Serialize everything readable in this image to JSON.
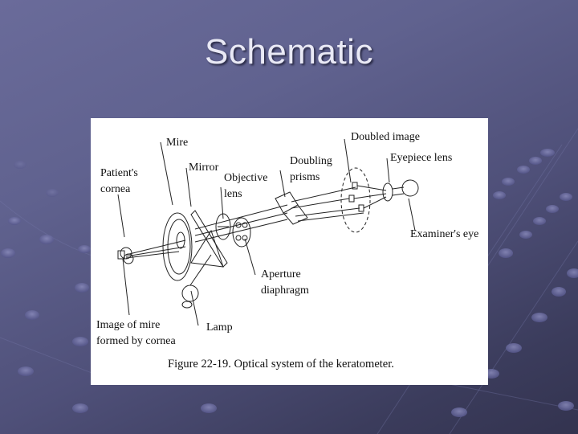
{
  "slide": {
    "title": "Schematic",
    "background_colors": {
      "top_left": "#6a6b9a",
      "bottom_right": "#33334f"
    },
    "figure": {
      "caption": "Figure 22-19. Optical system of the keratometer.",
      "labels": {
        "mire": "Mire",
        "mirror": "Mirror",
        "patients_cornea_1": "Patient's",
        "patients_cornea_2": "cornea",
        "objective_lens_1": "Objective",
        "objective_lens_2": "lens",
        "doubling_prisms_1": "Doubling",
        "doubling_prisms_2": "prisms",
        "doubled_image": "Doubled image",
        "eyepiece_lens": "Eyepiece lens",
        "examiners_eye": "Examiner's eye",
        "aperture_diaphragm_1": "Aperture",
        "aperture_diaphragm_2": "diaphragm",
        "image_of_mire_1": "Image of mire",
        "image_of_mire_2": "formed by cornea",
        "lamp": "Lamp"
      }
    }
  }
}
